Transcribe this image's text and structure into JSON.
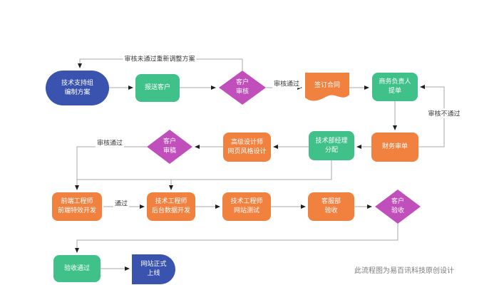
{
  "palette": {
    "blue": "#3a53ae",
    "green": "#3fc189",
    "orange": "#f0813f",
    "magenta": "#c04fbc",
    "line": "#a9a9a9",
    "arrow": "#1f1f1f",
    "edge_label_text": "#3c3c3c",
    "footer_text": "#7d7d7d",
    "node_text": "#ffffff",
    "background": "#ffffff"
  },
  "nodes": {
    "start": {
      "label": "技术支持组\n编制方案",
      "shape": "stadium",
      "color": "blue"
    },
    "submit": {
      "label": "报送客户",
      "shape": "rounded-rect",
      "color": "green"
    },
    "review1": {
      "label": "客户\n审核",
      "shape": "diamond",
      "color": "magenta"
    },
    "sign": {
      "label": "签订合同",
      "shape": "document",
      "color": "orange"
    },
    "order": {
      "label": "商务负责人\n提单",
      "shape": "rounded-rect",
      "color": "green"
    },
    "finance": {
      "label": "财务审单",
      "shape": "rounded-rect",
      "color": "orange"
    },
    "assign": {
      "label": "技术部经理\n分配",
      "shape": "rounded-rect",
      "color": "green"
    },
    "design": {
      "label": "高级设计师\n网页风格设计",
      "shape": "rounded-rect",
      "color": "orange"
    },
    "review2": {
      "label": "客户\n审稿",
      "shape": "diamond",
      "color": "magenta"
    },
    "frontend": {
      "label": "前端工程师\n前端特效开发",
      "shape": "rounded-rect",
      "color": "orange"
    },
    "backend": {
      "label": "技术工程师\n后台数据开发",
      "shape": "rounded-rect",
      "color": "orange"
    },
    "testing": {
      "label": "技术工程师\n网站测试",
      "shape": "rounded-rect",
      "color": "orange"
    },
    "service": {
      "label": "客服部\n验收",
      "shape": "rounded-rect",
      "color": "orange"
    },
    "review3": {
      "label": "客户\n验收",
      "shape": "diamond",
      "color": "magenta"
    },
    "accepted": {
      "label": "验收通过",
      "shape": "rounded-rect",
      "color": "green"
    },
    "launch": {
      "label": "网站正式\n上线",
      "shape": "delay",
      "color": "blue"
    }
  },
  "edge_labels": {
    "rework": {
      "text": "审核未通过重新调整方案"
    },
    "pass1": {
      "text": "审核通过"
    },
    "fail_finance": {
      "text": "审核不通过"
    },
    "pass2": {
      "text": "审核通过"
    },
    "pass3": {
      "text": "通过"
    }
  },
  "footer": {
    "text": "此流程图为易百讯科技原创设计"
  }
}
